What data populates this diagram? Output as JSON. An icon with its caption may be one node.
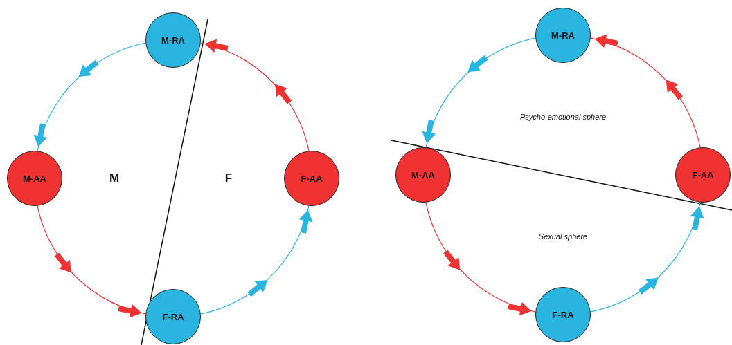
{
  "diagram": {
    "nodes": [
      {
        "text": [
          "M-RA"
        ]
      },
      {
        "text": [
          "M-AA"
        ]
      },
      {
        "text": [
          "F-AA"
        ]
      },
      {
        "text": [
          "F-RA"
        ]
      },
      {
        "text": [
          "M-RA"
        ]
      },
      {
        "text": [
          "M-AA"
        ]
      },
      {
        "text": [
          "F-AA"
        ]
      },
      {
        "text": [
          "F-RA"
        ]
      }
    ],
    "edges": [
      {
        "from": 0,
        "to": 1,
        "arrow": "to",
        "color": "#29b5e0"
      },
      {
        "from": 1,
        "to": 3,
        "arrow": "to",
        "color": "#f03232"
      },
      {
        "from": 3,
        "to": 2,
        "arrow": "to",
        "color": "#29b5e0"
      },
      {
        "from": 2,
        "to": 0,
        "arrow": "to",
        "color": "#f03232"
      },
      {
        "from": 4,
        "to": 5,
        "arrow": "to",
        "color": "#29b5e0"
      },
      {
        "from": 5,
        "to": 7,
        "arrow": "to",
        "color": "#f03232"
      },
      {
        "from": 7,
        "to": 6,
        "arrow": "to",
        "color": "#29b5e0"
      },
      {
        "from": 6,
        "to": 4,
        "arrow": "to",
        "color": "#f03232"
      }
    ],
    "labels": [
      "M",
      "F",
      "Psycho-emotional sphere",
      "Sexual sphere"
    ]
  }
}
